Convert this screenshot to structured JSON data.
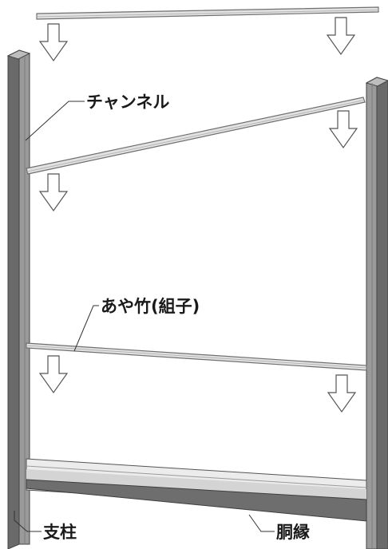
{
  "labels": {
    "channel": "チャンネル",
    "ayadake": "あや竹(組子)",
    "post": "支柱",
    "doubuchi": "胴縁"
  },
  "arrow_icon": "hollow-down-arrow-icon",
  "colors": {
    "post_front": "#8e8e8e",
    "post_side": "#5a5a5a",
    "rod": "#d8d8d8",
    "rod_edge": "#7a7a7a",
    "rail_dark": "#606060",
    "arrow_stroke": "#555555",
    "leader": "#333333"
  }
}
